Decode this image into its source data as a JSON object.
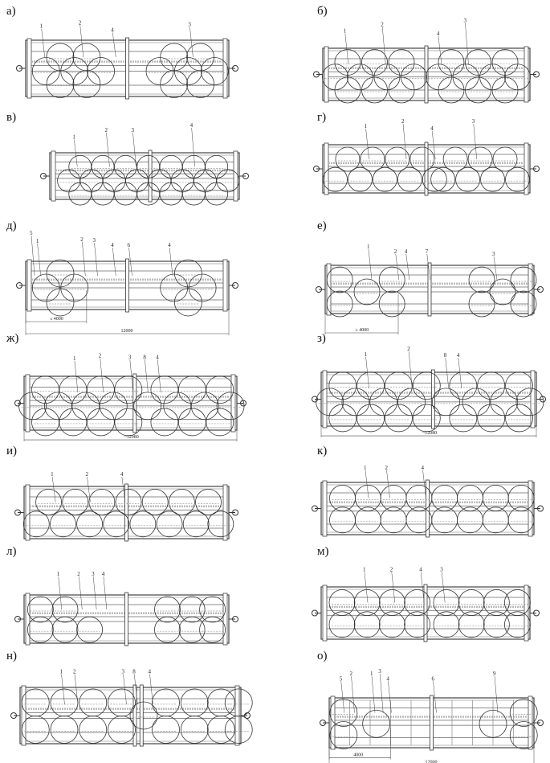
{
  "panels": [
    {
      "letter": "а)",
      "callouts": [
        "1",
        "2",
        "4",
        "3"
      ],
      "dims": []
    },
    {
      "letter": "б)",
      "callouts": [
        "1",
        "2",
        "4",
        "3"
      ],
      "dims": []
    },
    {
      "letter": "в)",
      "callouts": [
        "1",
        "2",
        "3",
        "4"
      ],
      "dims": []
    },
    {
      "letter": "г)",
      "callouts": [
        "1",
        "2",
        "4",
        "3"
      ],
      "dims": []
    },
    {
      "letter": "д)",
      "callouts": [
        "5",
        "1",
        "2",
        "3",
        "4",
        "6",
        "4"
      ],
      "dims": [
        "≤ 4000",
        "12000"
      ]
    },
    {
      "letter": "е)",
      "callouts": [
        "1",
        "2",
        "4",
        "7",
        "3"
      ],
      "dims": [
        "≥ 4000"
      ]
    },
    {
      "letter": "ж)",
      "callouts": [
        "1",
        "2",
        "3",
        "8",
        "4"
      ],
      "dims": [
        "~12080"
      ]
    },
    {
      "letter": "з)",
      "callouts": [
        "1",
        "2",
        "8",
        "4"
      ],
      "dims": [
        "~12080"
      ]
    },
    {
      "letter": "и)",
      "callouts": [
        "1",
        "2",
        "4"
      ],
      "dims": []
    },
    {
      "letter": "к)",
      "callouts": [
        "1",
        "2",
        "4"
      ],
      "dims": []
    },
    {
      "letter": "л)",
      "callouts": [
        "1",
        "2",
        "3",
        "4"
      ],
      "dims": []
    },
    {
      "letter": "м)",
      "callouts": [
        "1",
        "2",
        "4",
        "3"
      ],
      "dims": []
    },
    {
      "letter": "н)",
      "callouts": [
        "1",
        "2",
        "3",
        "8",
        "4"
      ],
      "dims": []
    },
    {
      "letter": "о)",
      "callouts": [
        "5",
        "2",
        "1",
        "3",
        "4",
        "6",
        "9"
      ],
      "dims": [
        "4000",
        "12000"
      ]
    }
  ]
}
